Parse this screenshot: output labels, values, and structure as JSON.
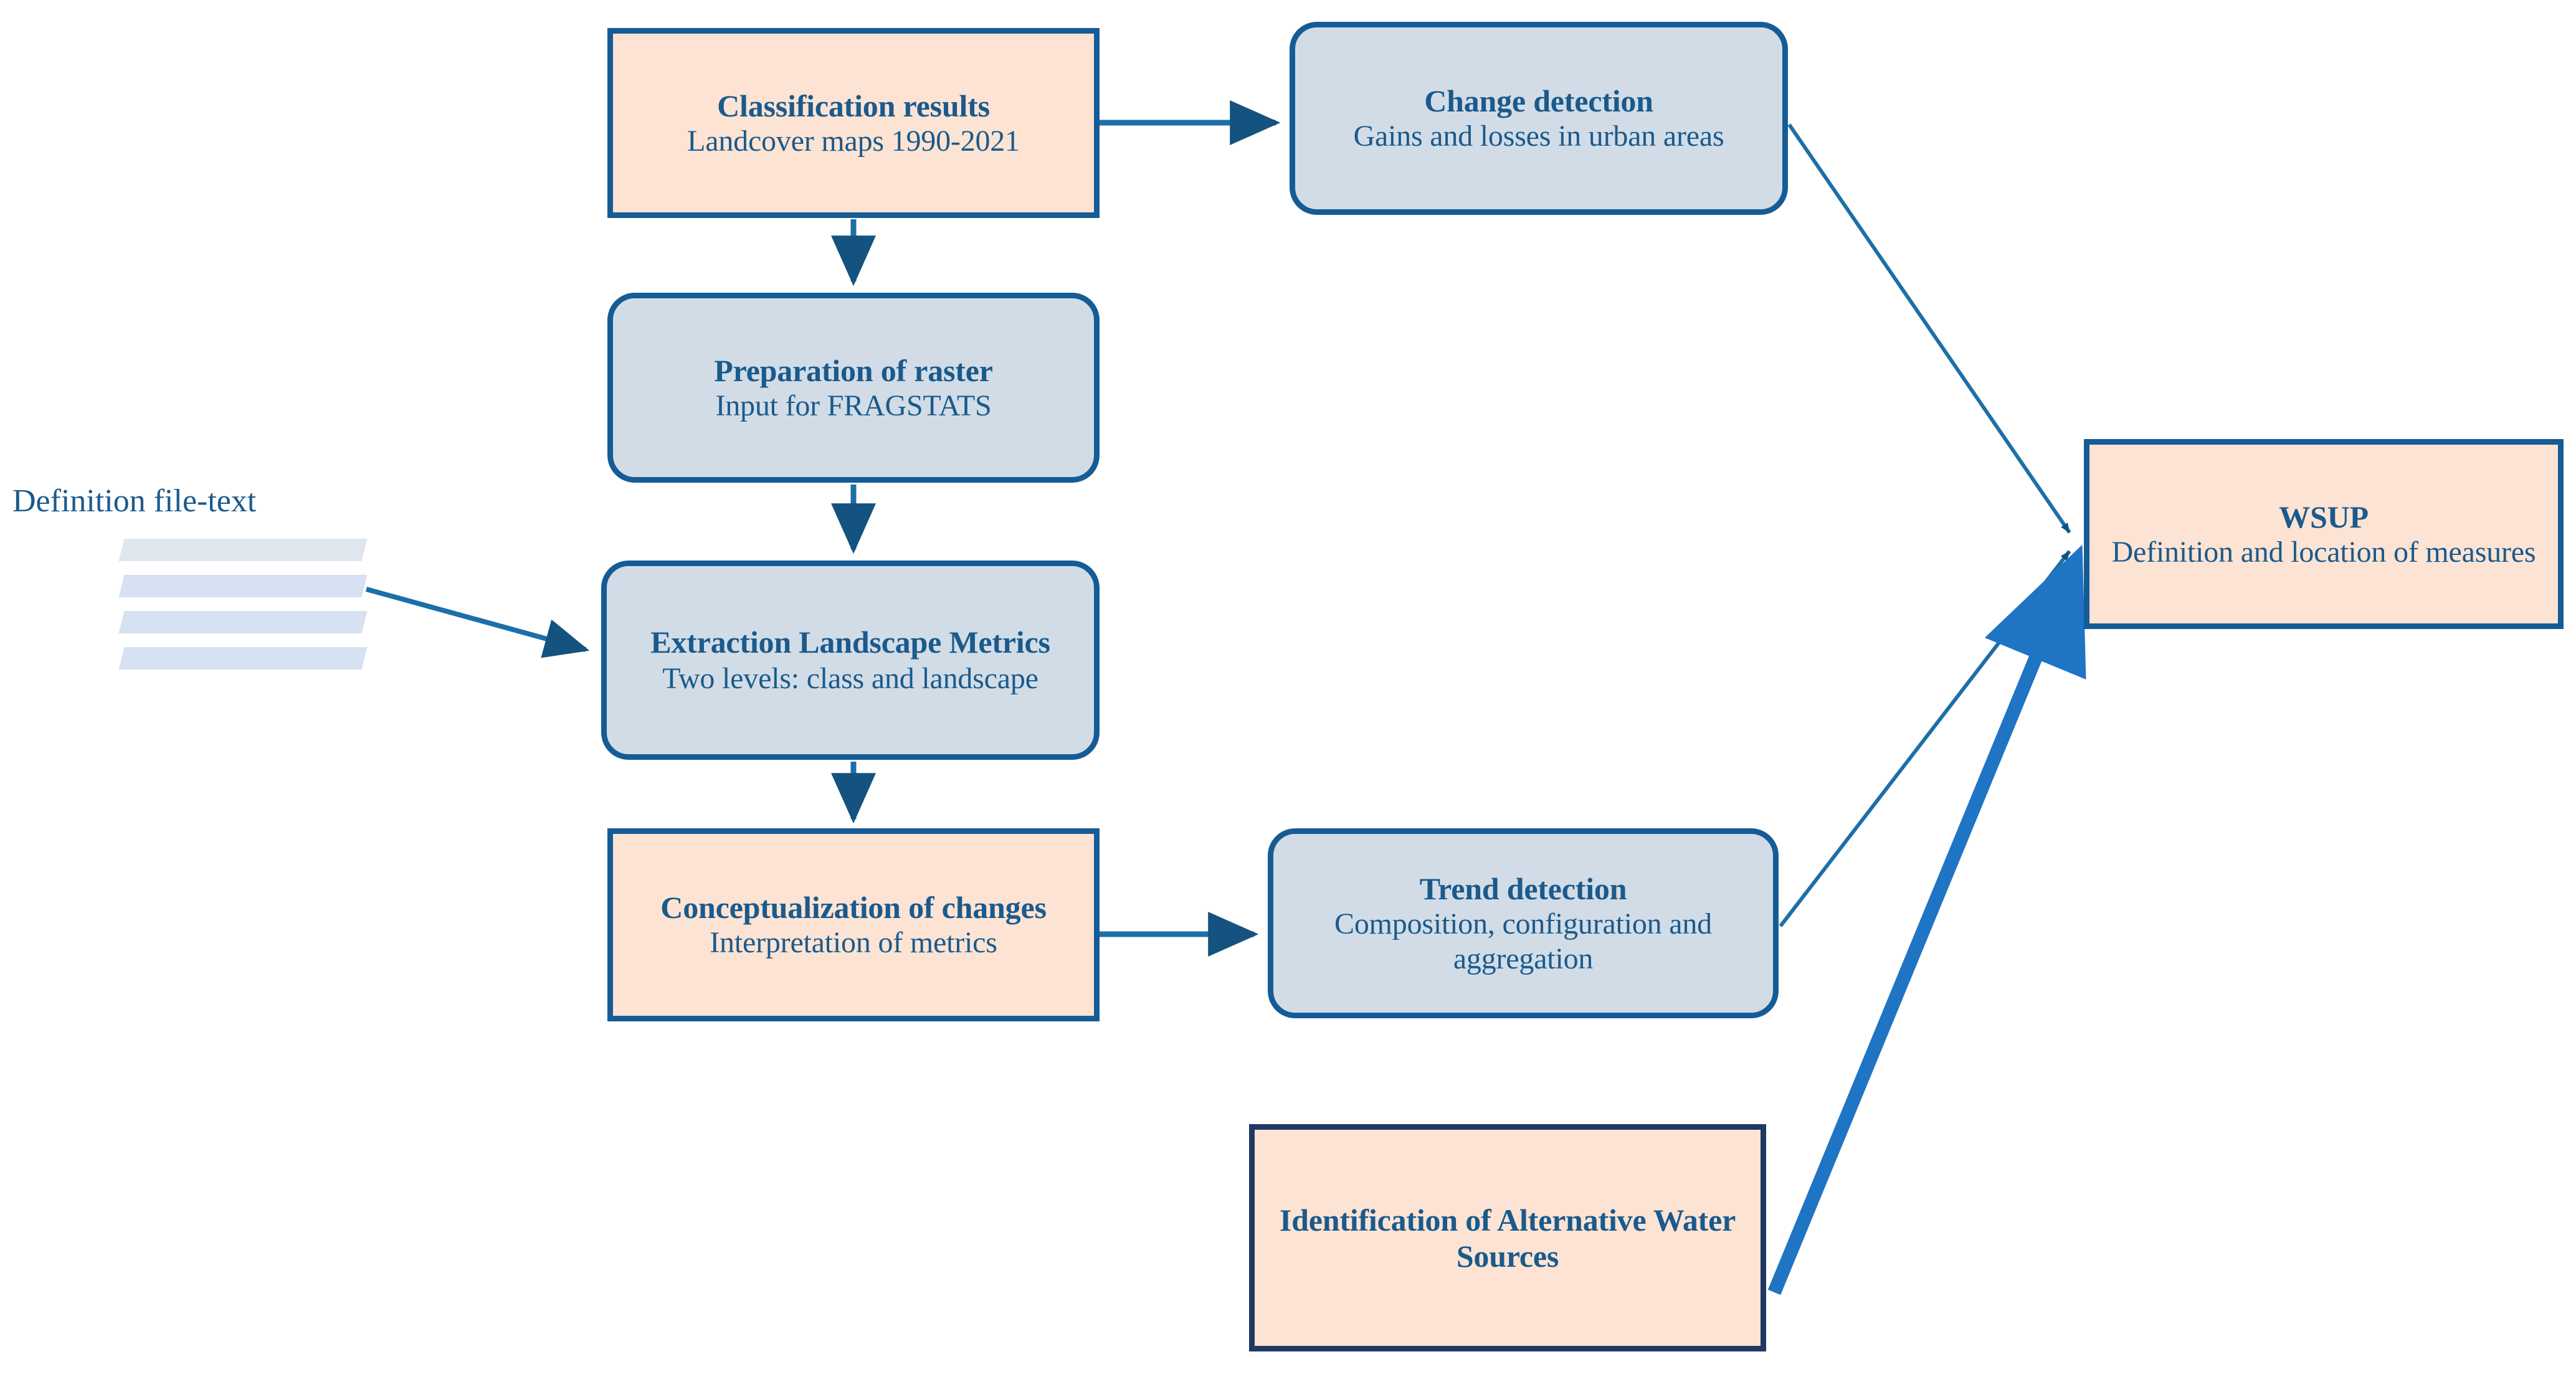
{
  "diagram": {
    "nodes": [
      {
        "id": "classification",
        "title": "Classification results",
        "subtitle": "Landcover maps 1990-2021",
        "style": "peach-rectangle"
      },
      {
        "id": "change_detection",
        "title": "Change detection",
        "subtitle": "Gains and losses in urban areas",
        "style": "bluegray-rounded"
      },
      {
        "id": "preparation",
        "title": "Preparation of raster",
        "subtitle": "Input for FRAGSTATS",
        "style": "bluegray-rounded"
      },
      {
        "id": "extraction",
        "title": "Extraction Landscape Metrics",
        "subtitle": "Two levels: class and landscape",
        "style": "bluegray-rounded"
      },
      {
        "id": "conceptualization",
        "title": "Conceptualization of changes",
        "subtitle": "Interpretation of metrics",
        "style": "peach-rectangle"
      },
      {
        "id": "trend_detection",
        "title": "Trend detection",
        "subtitle": "Composition, configuration and aggregation",
        "style": "bluegray-rounded"
      },
      {
        "id": "identification",
        "title": "Identification of Alternative Water Sources",
        "subtitle": "",
        "style": "peach-rectangle-navy"
      },
      {
        "id": "wsup",
        "title": "WSUP",
        "subtitle": "Definition and location of measures",
        "style": "peach-rectangle"
      }
    ],
    "side_label": "Definition file-text",
    "doc_icon": {
      "name": "document-lines-icon",
      "bar_count": 4
    },
    "edges": [
      {
        "from": "classification",
        "to": "change_detection",
        "kind": "arrow-horizontal"
      },
      {
        "from": "classification",
        "to": "preparation",
        "kind": "arrow-vertical"
      },
      {
        "from": "preparation",
        "to": "extraction",
        "kind": "arrow-vertical"
      },
      {
        "from": "doc_icon",
        "to": "extraction",
        "kind": "arrow-diagonal"
      },
      {
        "from": "extraction",
        "to": "conceptualization",
        "kind": "arrow-vertical"
      },
      {
        "from": "conceptualization",
        "to": "trend_detection",
        "kind": "arrow-horizontal"
      },
      {
        "from": "change_detection",
        "to": "wsup",
        "kind": "arrow-diagonal-thin"
      },
      {
        "from": "trend_detection",
        "to": "wsup",
        "kind": "arrow-diagonal-thin"
      },
      {
        "from": "identification",
        "to": "wsup",
        "kind": "arrow-diagonal-thick"
      }
    ],
    "colors": {
      "peach_fill": "#FCE3D3",
      "bluegray_fill": "#D2DCE6",
      "border_blue": "#155C96",
      "border_navy": "#1F3864",
      "text_blue": "#1A5A8C",
      "bar_blue": "#D6E1F1",
      "thick_arrow_blue": "#1F74C4"
    }
  }
}
